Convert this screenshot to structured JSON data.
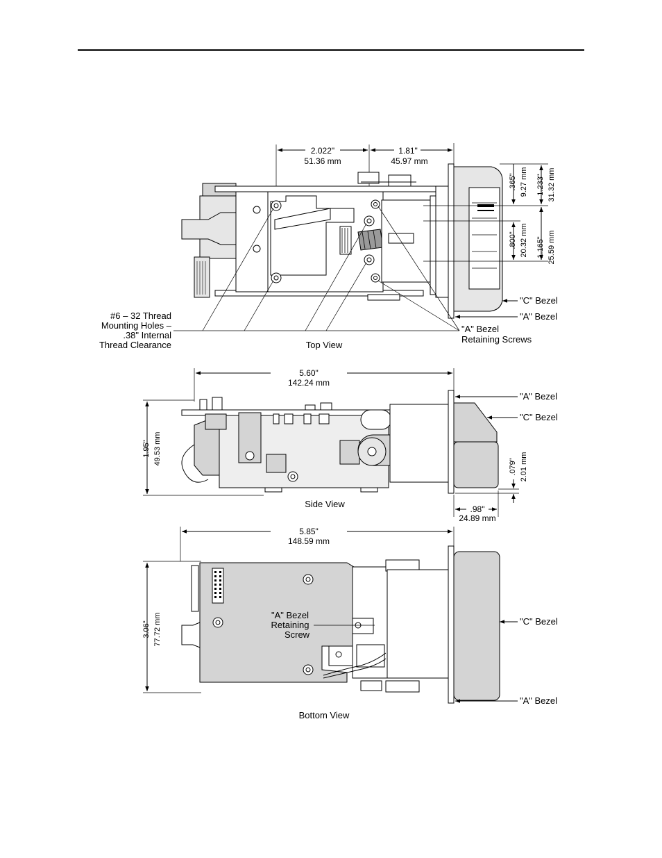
{
  "top_view": {
    "caption": "Top View",
    "dim_width_in": "2.022\"",
    "dim_width_mm": "51.36 mm",
    "dim_depth_in": "1.81\"",
    "dim_depth_mm": "45.97 mm",
    "dim_a_in": ".365\"",
    "dim_a_mm": "9.27 mm",
    "dim_b_in": "1.233\"",
    "dim_b_mm": "31.32 mm",
    "dim_c_in": ".800\"",
    "dim_c_mm": "20.32 mm",
    "dim_d_in": "1.165\"",
    "dim_d_mm": "25.59 mm",
    "label_c_bezel": "\"C\" Bezel",
    "label_a_bezel": "\"A\" Bezel",
    "mounting_holes": [
      "#6 – 32 Thread",
      "Mounting Holes –",
      ".38\" Internal",
      "Thread Clearance"
    ],
    "retaining_screws": [
      "\"A\" Bezel",
      "Retaining Screws"
    ]
  },
  "side_view": {
    "caption": "Side View",
    "dim_length_in": "5.60\"",
    "dim_length_mm": "142.24 mm",
    "dim_height_in": "1.95\"",
    "dim_height_mm": "49.53 mm",
    "dim_gap_in": ".079\"",
    "dim_gap_mm": "2.01 mm",
    "dim_bezel_in": ".98\"",
    "dim_bezel_mm": "24.89 mm",
    "label_a_bezel": "\"A\" Bezel",
    "label_c_bezel": "\"C\" Bezel"
  },
  "bottom_view": {
    "caption": "Bottom View",
    "dim_length_in": "5.85\"",
    "dim_length_mm": "148.59 mm",
    "dim_width_in": "3.06\"",
    "dim_width_mm": "77.72 mm",
    "retaining_screw": [
      "\"A\" Bezel",
      "Retaining",
      "Screw"
    ],
    "label_c_bezel": "\"C\" Bezel",
    "label_a_bezel": "\"A\" Bezel"
  }
}
